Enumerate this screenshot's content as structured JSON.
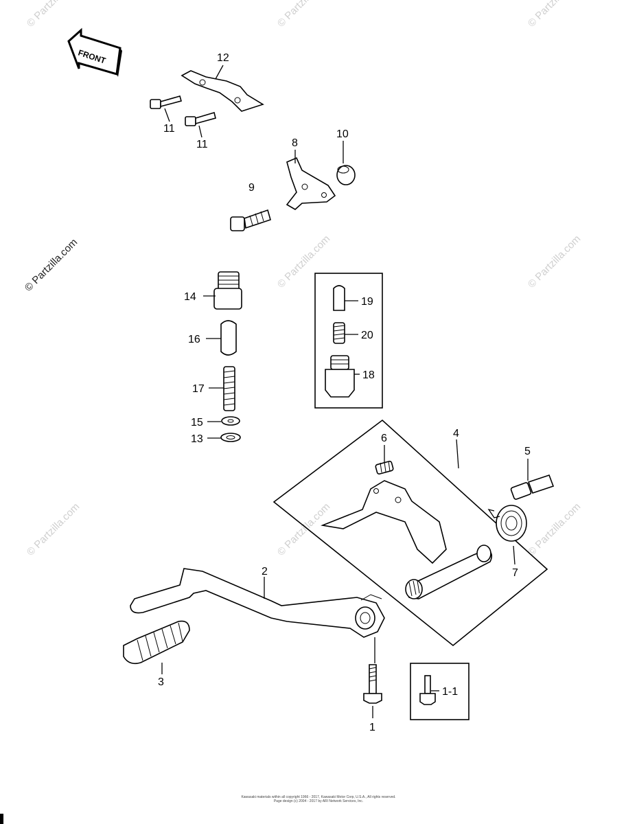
{
  "front_label": "FRONT",
  "watermark": "© Partzilla.com",
  "callouts": {
    "c12": "12",
    "c11a": "11",
    "c11b": "11",
    "c8": "8",
    "c10": "10",
    "c9": "9",
    "c14": "14",
    "c19": "19",
    "c16": "16",
    "c20": "20",
    "c18": "18",
    "c17": "17",
    "c15": "15",
    "c13": "13",
    "c4": "4",
    "c6": "6",
    "c5": "5",
    "c7": "7",
    "c2": "2",
    "c3": "3",
    "c1": "1",
    "c1_1": "1-1"
  },
  "copyright": {
    "line1": "Kawasaki materials within all copyright 1966 - 2017, Kawasaki Motor Corp, U.S.A., All rights reserved.",
    "line2": "Page design (c) 2004 - 2017 by ARI Network Services, Inc."
  }
}
